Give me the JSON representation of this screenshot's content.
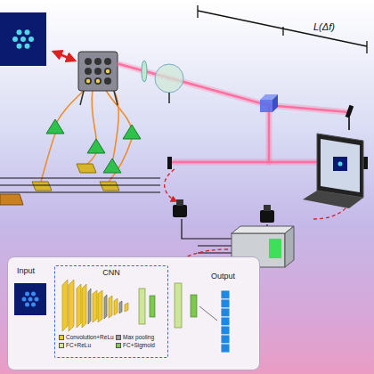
{
  "diagram": {
    "nodes": [
      {
        "text": [
          "Input",
          "Output"
        ]
      },
      {
        "text": [
          "CNN"
        ],
        "in": 0
      }
    ],
    "labels": [
      "L(Δf)"
    ],
    "legend": [
      {
        "text": "Convolution+ReLu",
        "color": "#f2c830"
      },
      {
        "text": "Max pooling",
        "color": "#9e9e9e"
      },
      {
        "text": "FC+ReLu",
        "color": "#cfe59a"
      },
      {
        "text": "FC+Sigmoid",
        "color": "#7ec850"
      }
    ]
  }
}
